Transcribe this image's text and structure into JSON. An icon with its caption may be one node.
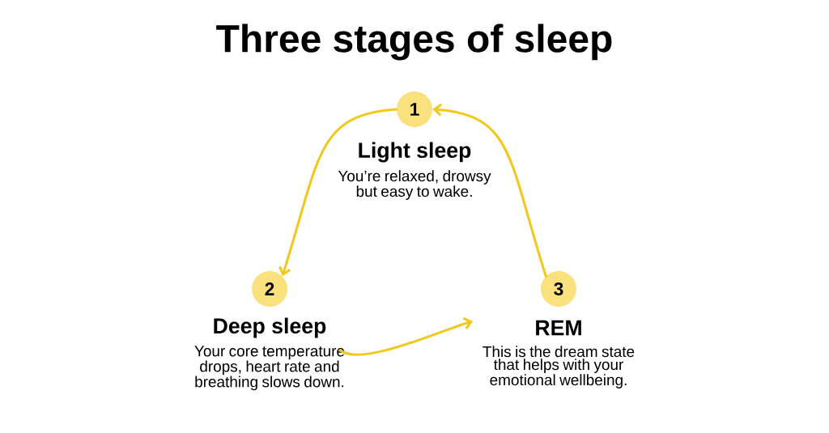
{
  "diagram": {
    "title": "Three stages of sleep",
    "nodes": [
      {
        "text": [
          "1"
        ],
        "beside": [
          "Light sleep",
          "You’re relaxed, drowsy but easy to wake."
        ]
      },
      {
        "text": [
          "2"
        ],
        "beside": [
          "Deep sleep",
          "Your core temperature drops, heart rate and breathing slows down."
        ]
      },
      {
        "text": [
          "3"
        ],
        "beside": [
          "REM",
          "This is the dream state that helps with your emotional wellbeing."
        ]
      }
    ],
    "edges": [
      {
        "from": 0,
        "to": 1,
        "arrow": "to"
      },
      {
        "from": 1,
        "to": 2,
        "arrow": "to"
      },
      {
        "from": 2,
        "to": 0,
        "arrow": "to"
      }
    ]
  }
}
